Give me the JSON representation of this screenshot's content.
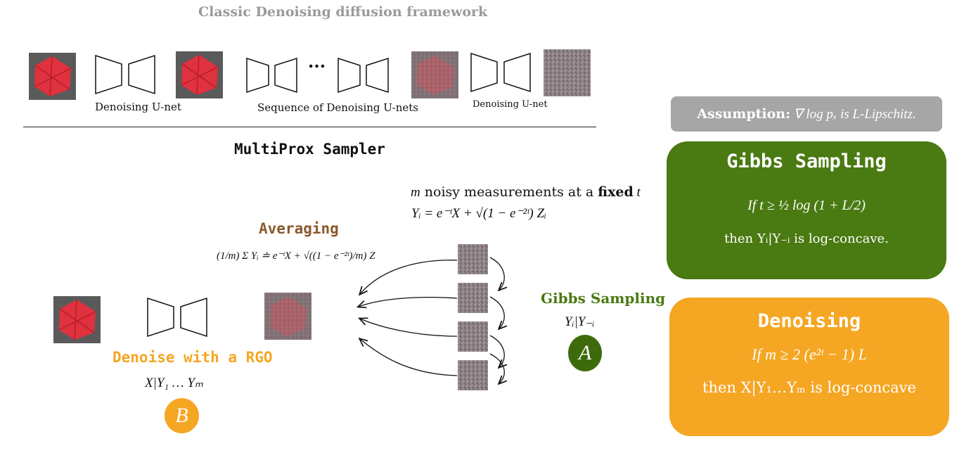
{
  "top": {
    "title": "Classic Denoising diffusion framework",
    "label_unet1": "Denoising U-net",
    "label_seq": "Sequence of Denoising U-nets",
    "label_unet2": "Denoising U-net",
    "dots": "..."
  },
  "sampler": {
    "title": "MultiProx Sampler"
  },
  "measure": {
    "line1_pre": "m",
    "line1_mid": " noisy measurements at a ",
    "line1_bold": "fixed",
    "line1_t": " t",
    "eq": "Yᵢ = e⁻ᵗX + √(1 − e⁻²ᵗ) Zᵢ"
  },
  "averaging": {
    "title": "Averaging",
    "eq": "(1/m) Σ Yᵢ ≐ e⁻ᵗX + √((1 − e⁻²ᵗ)/m) Z"
  },
  "denoise_rgo": {
    "title": "Denoise with a RGO",
    "expr": "X|Y₁ … Yₘ",
    "badge": "B"
  },
  "gibbs_left": {
    "title": "Gibbs Sampling",
    "expr": "Yᵢ|Y₋ᵢ",
    "badge": "A"
  },
  "assumption": {
    "bold": "Assumption:",
    "rest": " ∇ log pₓ is L-Lipschitz."
  },
  "gibbs_box": {
    "title": "Gibbs Sampling",
    "cond": "If t ≥ ½ log (1 + L/2)",
    "then": "then Yᵢ|Y₋ᵢ  is log-concave."
  },
  "denoising_box": {
    "title": "Denoising",
    "cond": "If m ≥ 2 (e²ᵗ − 1) L",
    "then": "then X|Y₁…Yₘ  is log-concave"
  },
  "colors": {
    "brown": "#8b5a2b",
    "orange": "#f5a623",
    "green": "#4a7a12",
    "dark_green": "#3d6b0b",
    "grey_box": "#a6a6a6",
    "umbrella_red": "#e0313e"
  },
  "icons": [
    "umbrella-image",
    "noise-image",
    "unet-icon"
  ]
}
